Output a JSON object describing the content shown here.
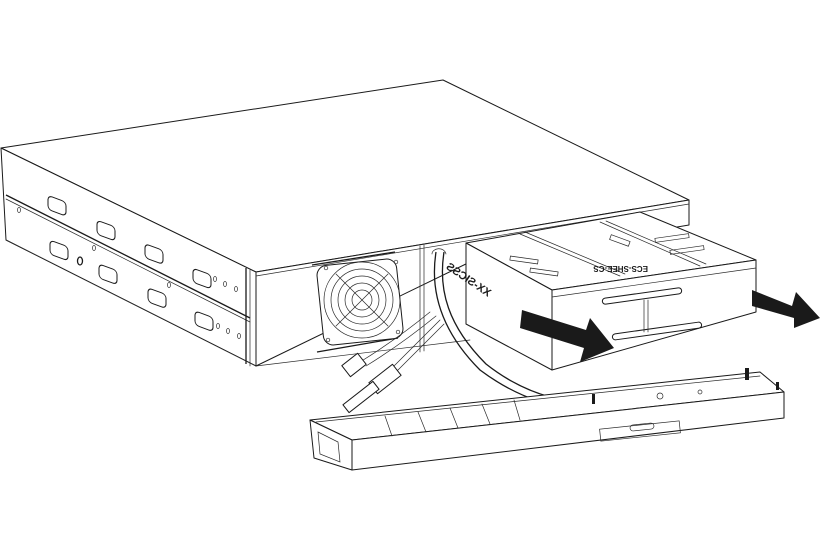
{
  "diagram": {
    "subject": "Rack-mount UPS with front bezel removed and internal battery pack being pulled out",
    "colors": {
      "line": "#1a1a1a",
      "background": "#ffffff",
      "arrow": "#1a1a1a"
    },
    "components": [
      {
        "id": "chassis",
        "label": "UPS chassis (2U rack mount)"
      },
      {
        "id": "rack-ears",
        "label": "Side mounting brackets with handle slots"
      },
      {
        "id": "cooling-fan",
        "label": "Cooling fan with guard"
      },
      {
        "id": "cable-bundle",
        "label": "Battery connector cables"
      },
      {
        "id": "battery-pack",
        "label": "Battery pack"
      },
      {
        "id": "front-bezel",
        "label": "Removed front panel (bezel)"
      }
    ],
    "labels": {
      "battery_side_label": "XX-SICSS",
      "battery_top_label": "ECS-SHEE-CS"
    },
    "arrows": [
      {
        "id": "pull-arrow-1",
        "direction": "right-down",
        "meaning": "pull battery pack out"
      },
      {
        "id": "pull-arrow-2",
        "direction": "right-down",
        "meaning": "pull battery pack out"
      }
    ]
  }
}
